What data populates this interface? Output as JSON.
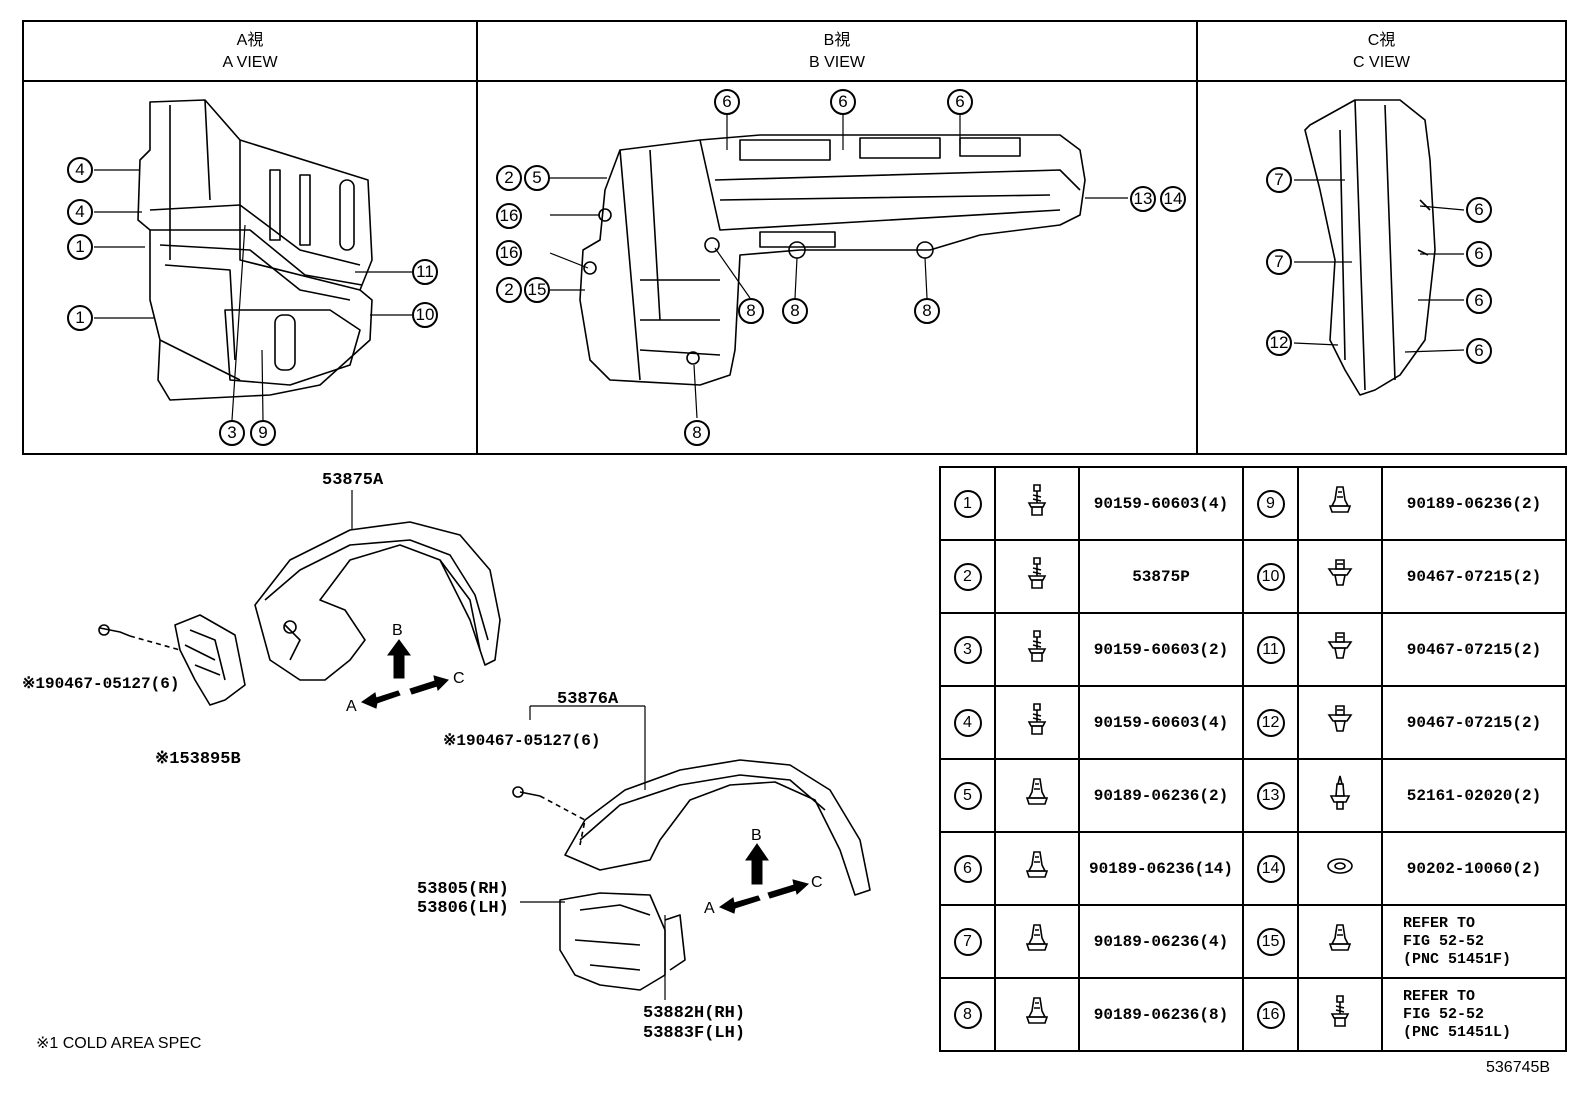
{
  "views": [
    {
      "jp": "A視",
      "en": "A VIEW"
    },
    {
      "jp": "B視",
      "en": "B VIEW"
    },
    {
      "jp": "C視",
      "en": "C VIEW"
    }
  ],
  "callouts": {
    "c1": "1",
    "c2": "2",
    "c3": "3",
    "c4": "4",
    "c5": "5",
    "c6": "6",
    "c7": "7",
    "c8": "8",
    "c9": "9",
    "c10": "10",
    "c11": "11",
    "c12": "12",
    "c13": "13",
    "c14": "14",
    "c15": "15",
    "c16": "16"
  },
  "labels": {
    "liner_main": "53875A",
    "liner_rear": "53876A",
    "screw_note_1": "※190467-05127(6)",
    "screw_note_2": "※190467-05127(6)",
    "shield": "※153895B",
    "panel_rh": "53805(RH)",
    "panel_lh": "53806(LH)",
    "bracket_rh": "53882H(RH)",
    "bracket_lh": "53883F(LH)",
    "arrow_a": "A",
    "arrow_b": "B",
    "arrow_c": "C",
    "footnote": "※1 COLD AREA SPEC",
    "figure_id": "536745B"
  },
  "fasteners": [
    {
      "no": "1",
      "part": "90159-60603(4)",
      "icon": "bolt-icon",
      "no2": "9",
      "part2": "90189-06236(2)",
      "icon2": "clip-icon"
    },
    {
      "no": "2",
      "part": "53875P",
      "icon": "bolt-icon",
      "no2": "10",
      "part2": "90467-07215(2)",
      "icon2": "push-clip-icon"
    },
    {
      "no": "3",
      "part": "90159-60603(2)",
      "icon": "bolt-icon",
      "no2": "11",
      "part2": "90467-07215(2)",
      "icon2": "push-clip-icon"
    },
    {
      "no": "4",
      "part": "90159-60603(4)",
      "icon": "bolt-icon",
      "no2": "12",
      "part2": "90467-07215(2)",
      "icon2": "push-clip-icon"
    },
    {
      "no": "5",
      "part": "90189-06236(2)",
      "icon": "clip-icon",
      "no2": "13",
      "part2": "52161-02020(2)",
      "icon2": "pin-icon"
    },
    {
      "no": "6",
      "part": "90189-06236(14)",
      "icon": "clip-icon",
      "no2": "14",
      "part2": "90202-10060(2)",
      "icon2": "washer-icon"
    },
    {
      "no": "7",
      "part": "90189-06236(4)",
      "icon": "clip-icon",
      "no2": "15",
      "part2_l1": "REFER TO",
      "part2_l2": "FIG 52-52",
      "part2_l3": "(PNC 51451F)",
      "icon2": "clip-icon"
    },
    {
      "no": "8",
      "part": "90189-06236(8)",
      "icon": "clip-icon",
      "no2": "16",
      "part2_l1": "REFER TO",
      "part2_l2": "FIG 52-52",
      "part2_l3": "(PNC 51451L)",
      "icon2": "bolt-icon"
    }
  ]
}
